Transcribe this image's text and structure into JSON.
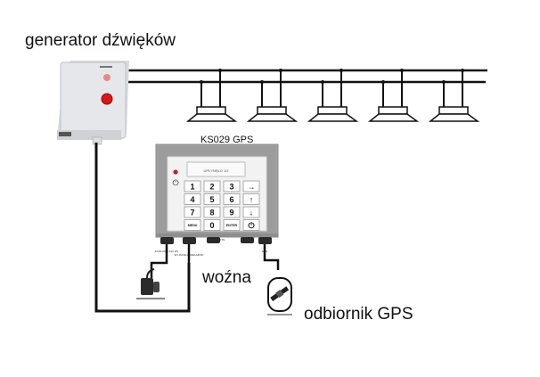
{
  "labels": {
    "generator": "generator dźwięków",
    "controller_title": "KS029 GPS",
    "janitor": "woźna",
    "gps_receiver": "odbiornik GPS"
  },
  "controller": {
    "display_text": "UPŁYNĘŁO 1/2",
    "keys": [
      "1",
      "2",
      "3",
      "→",
      "4",
      "5",
      "6",
      "↑",
      "7",
      "8",
      "9",
      "↓",
      "MENU",
      "0",
      "ENTER",
      "⏻"
    ],
    "port_caption_top": "KS029 PORTS",
    "port_labels": [
      "ZASILANIE 12V DC",
      "WYJŚCIE PRZEKAŹNIK",
      "GPS"
    ]
  },
  "speakers": {
    "count": 5
  },
  "icons": {
    "led": "red-led",
    "power": "power-icon",
    "adapter": "power-adapter-icon",
    "satellite": "satellite-icon"
  },
  "colors": {
    "wire": "#111111",
    "panel_gray": "#9c9c9c",
    "panel_face": "#f2f2f2",
    "led_red": "#d11a1a",
    "generator_body": "#e6e7ea"
  }
}
